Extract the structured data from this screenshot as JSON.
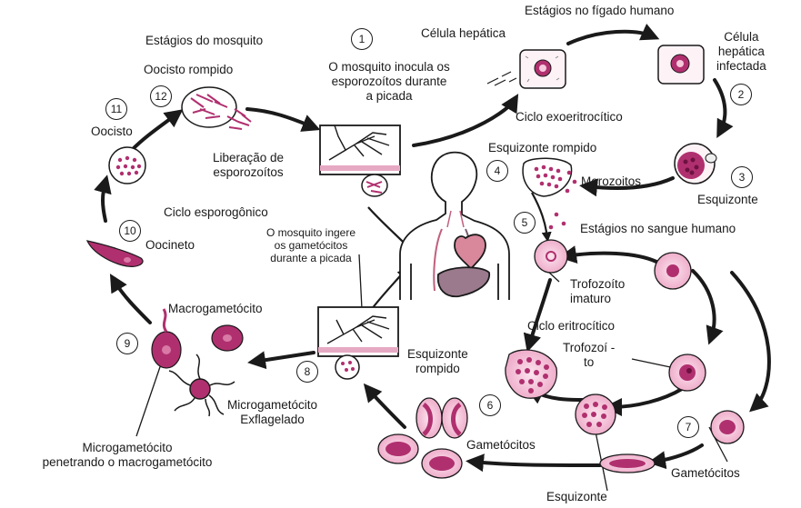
{
  "labels": {
    "top_human_liver": "Estágios no fígado humano",
    "mosquito_stages": "Estágios do mosquito",
    "hepatic_cell": "Célula hepática",
    "infected_hepatic_cell": "Célula\nhepática\ninfectada",
    "ruptured_oocyst": "Oocisto rompido",
    "step1_text": "O mosquito inocula os\nesporozoítos durante\na picada",
    "exoerythrocytic_cycle": "Ciclo exoeritrocítico",
    "oocyst": "Oocisto",
    "ruptured_schizont_top": "Esquizonte rompido",
    "merozoites": "Merozoitos",
    "sporozoite_release": "Liberação de\nesporozoítos",
    "schizont_liver": "Esquizonte",
    "sporogonic_cycle": "Ciclo esporogônico",
    "blood_stages": "Estágios no sangue humano",
    "ookinete": "Oocineto",
    "mosquito_ingests": "O mosquito ingere\nos gametócitos\ndurante a picada",
    "immature_trophozoite": "Trofozoíto\nimaturo",
    "macrogametocyte": "Macrogametócito",
    "erythrocytic_cycle": "Ciclo eritrocítico",
    "trophozoite": "Trofozoí -\nto",
    "ruptured_schizont_blood": "Esquizonte\nrompido",
    "microgametocyte_exflag": "Microgametócito\nExflagelado",
    "gametocytes_left": "Gametócitos",
    "gametocytes_right": "Gametócitos",
    "micro_penetrating": "Microgametócito\npenetrando o macrogametócito",
    "schizont_blood": "Esquizonte"
  },
  "step_numbers": [
    "1",
    "2",
    "3",
    "4",
    "5",
    "6",
    "7",
    "8",
    "9",
    "10",
    "11",
    "12"
  ],
  "colors": {
    "parasite_magenta": "#b0306f",
    "rbc_pink": "#f6c8dc",
    "heart": "#d9879b",
    "liver": "#9a7a8c",
    "line": "#1a1a1a"
  }
}
